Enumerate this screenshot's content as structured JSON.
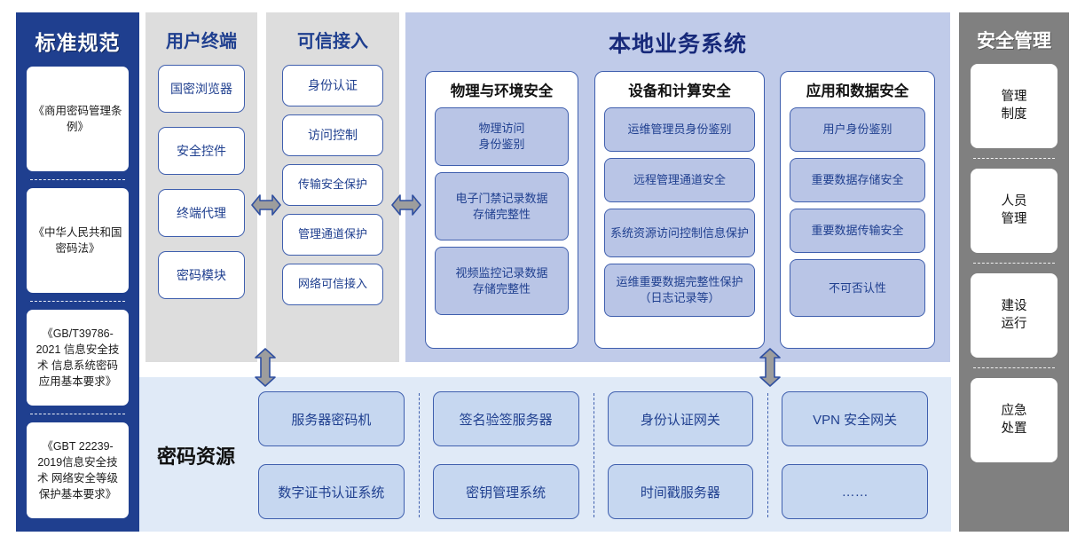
{
  "standards": {
    "title": "标准规范",
    "items": [
      "《商用密码管理条例》",
      "《中华人民共和国密码法》",
      "《GB/T39786-2021 信息安全技术 信息系统密码应用基本要求》",
      "《GBT 22239-2019信息安全技术 网络安全等级保护基本要求》"
    ]
  },
  "user_terminal": {
    "title": "用户终端",
    "items": [
      "国密浏览器",
      "安全控件",
      "终端代理",
      "密码模块"
    ]
  },
  "trusted_access": {
    "title": "可信接入",
    "items": [
      "身份认证",
      "访问控制",
      "传输安全保护",
      "管理通道保护",
      "网络可信接入"
    ]
  },
  "main_system": {
    "title": "本地业务系统",
    "groups": [
      {
        "title": "物理与环境安全",
        "items": [
          "物理访问\n身份鉴别",
          "电子门禁记录数据\n存储完整性",
          "视频监控记录数据\n存储完整性"
        ]
      },
      {
        "title": "设备和计算安全",
        "items": [
          "运维管理员身份鉴别",
          "远程管理通道安全",
          "系统资源访问控制信息保护",
          "运维重要数据完整性保护（日志记录等）"
        ]
      },
      {
        "title": "应用和数据安全",
        "items": [
          "用户身份鉴别",
          "重要数据存储安全",
          "重要数据传输安全",
          "不可否认性"
        ]
      }
    ]
  },
  "crypto_resources": {
    "label": "密码资源",
    "columns": [
      [
        "服务器密码机",
        "数字证书认证系统"
      ],
      [
        "签名验签服务器",
        "密钥管理系统"
      ],
      [
        "身份认证网关",
        "时间戳服务器"
      ],
      [
        "VPN 安全网关",
        "……"
      ]
    ]
  },
  "security_management": {
    "title": "安全管理",
    "items": [
      "管理\n制度",
      "人员\n管理",
      "建设\n运行",
      "应急\n处置"
    ]
  },
  "colors": {
    "standards_bg": "#1f3f8f",
    "gray_bg": "#dddddd",
    "main_bg": "#c0cbe9",
    "crypto_bg": "#e0eaf7",
    "security_bg": "#808080",
    "box_border": "#3f5fae",
    "text_blue": "#1f3f8f"
  },
  "arrows": {
    "left_horizontal": "double-arrow-horizontal",
    "right_horizontal": "double-arrow-horizontal",
    "left_vertical": "double-arrow-vertical",
    "right_vertical": "double-arrow-vertical"
  }
}
